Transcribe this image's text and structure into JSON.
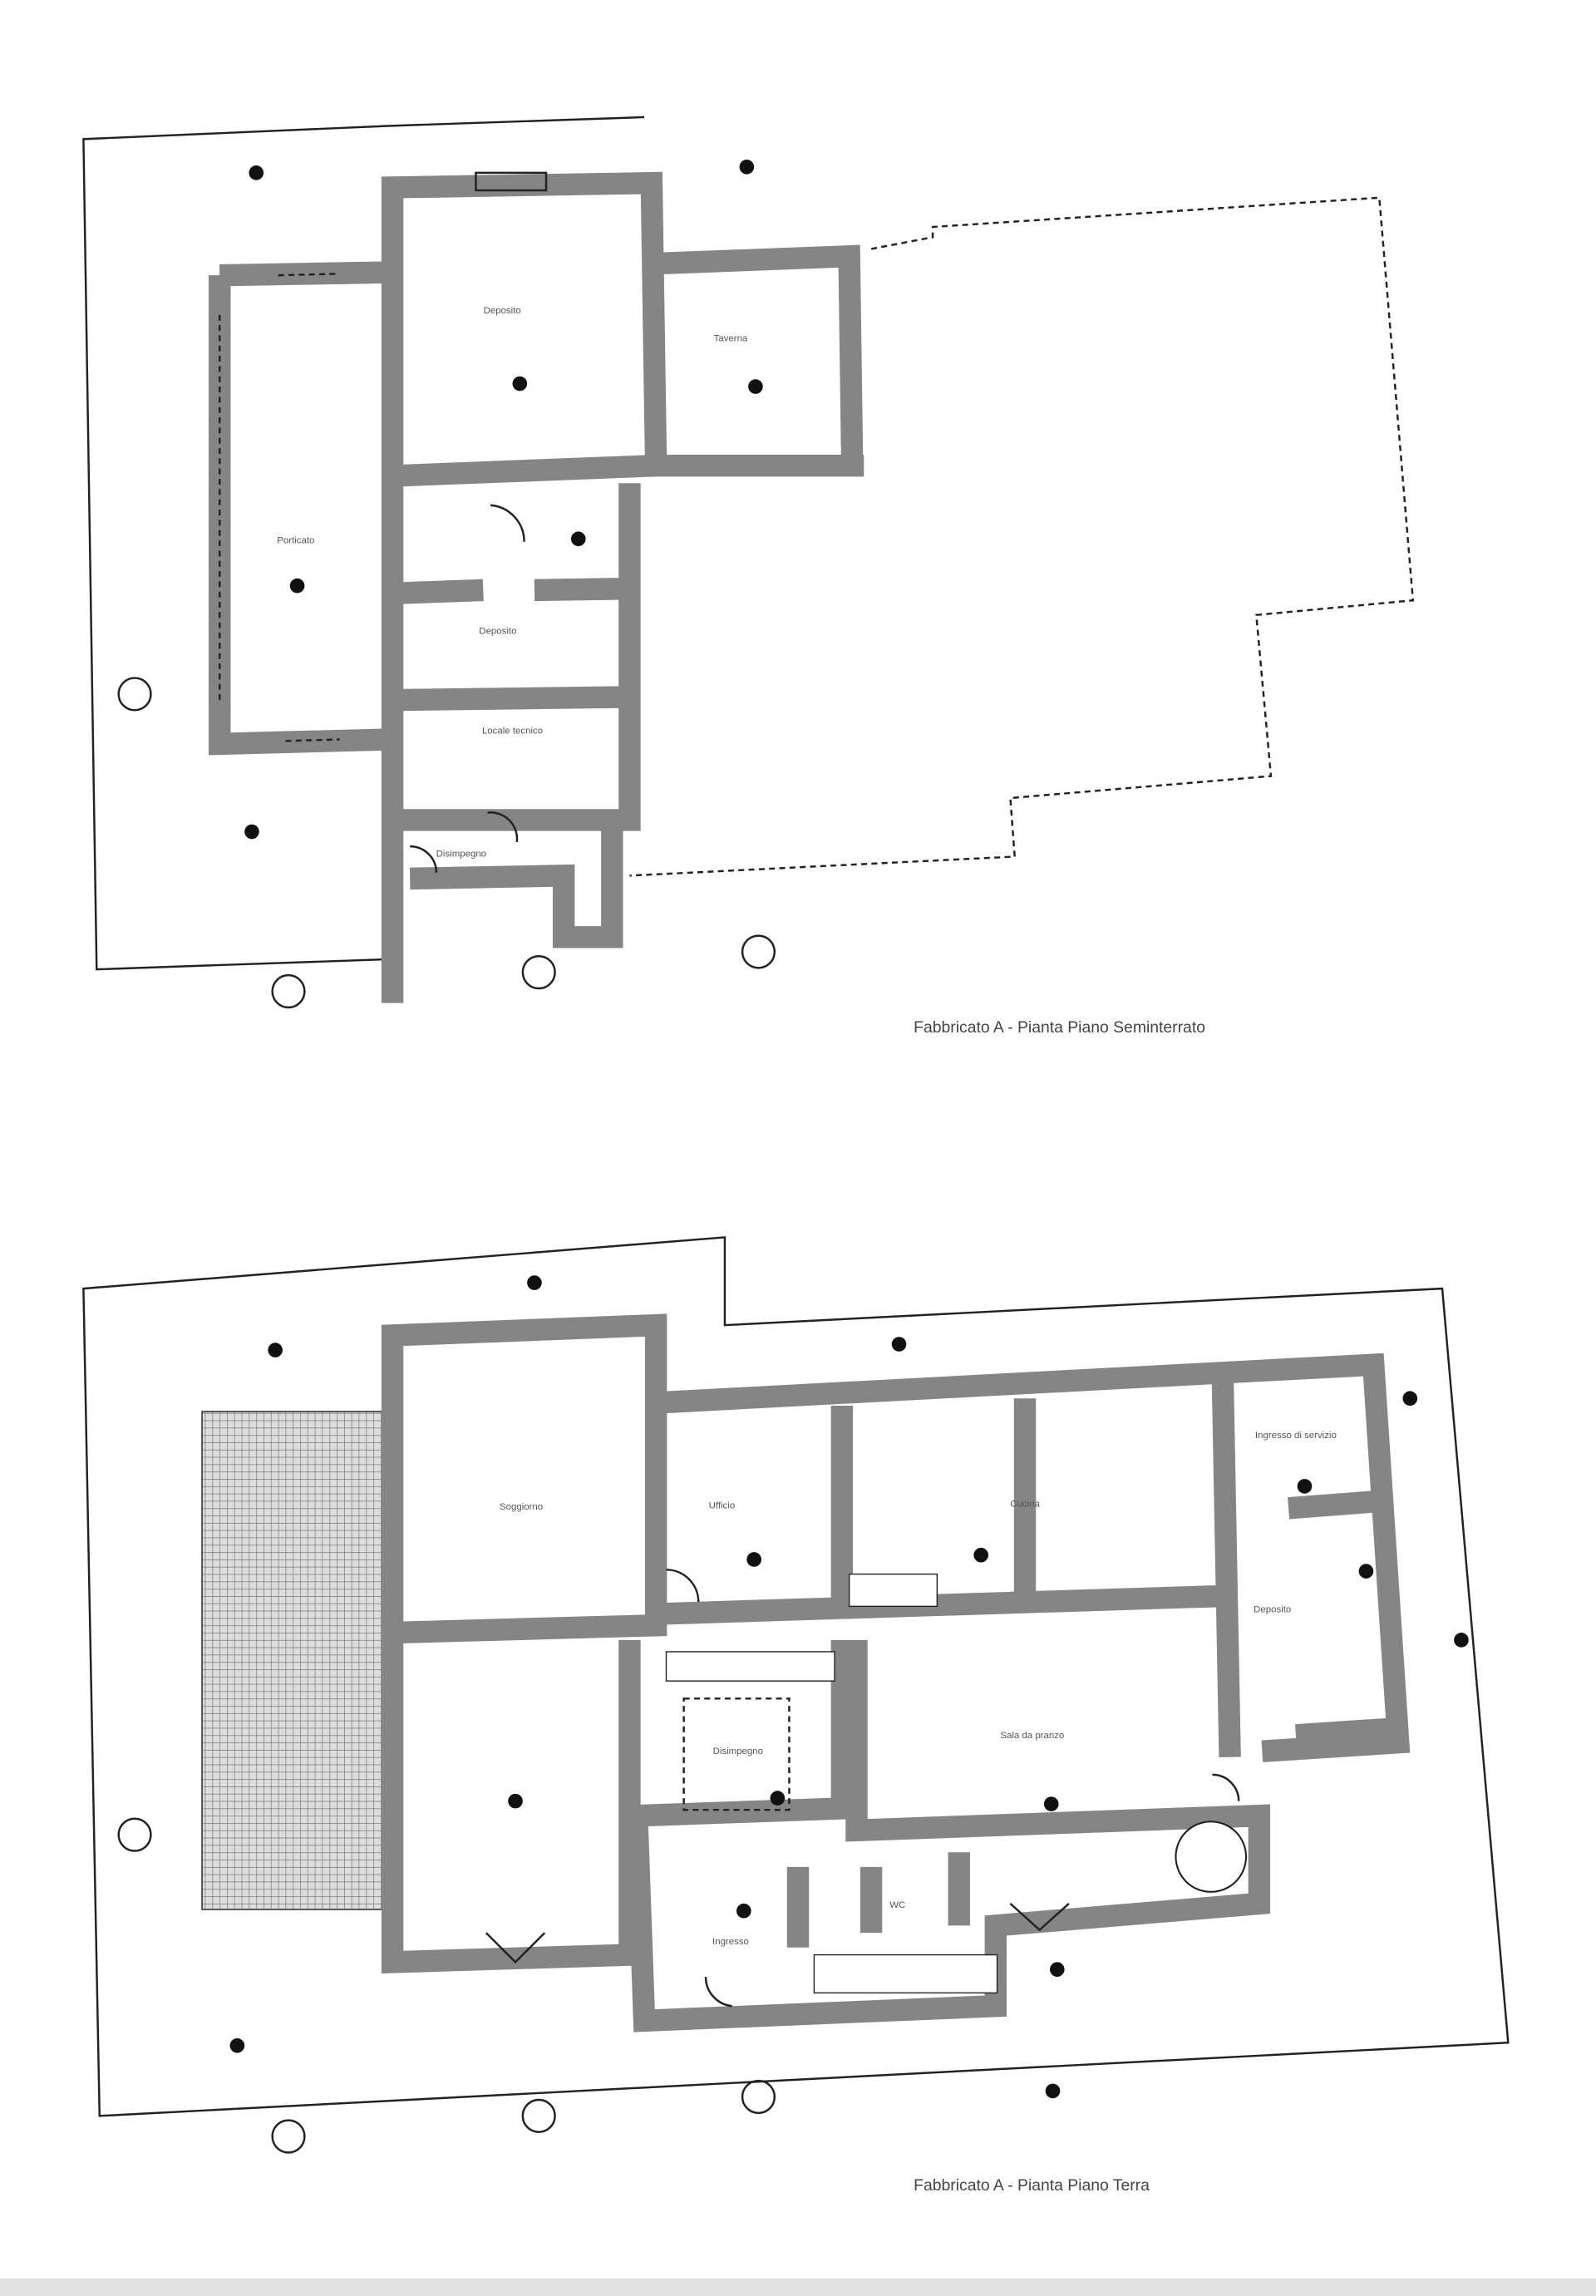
{
  "plans": [
    {
      "caption": "Fabbricato A - Pianta Piano Seminterrato",
      "rooms": [
        "Deposito",
        "Taverna",
        "Porticato",
        "Deposito",
        "Locale tecnico",
        "Disimpegno"
      ]
    },
    {
      "caption": "Fabbricato A - Pianta Piano Terra",
      "rooms": [
        "Soggiorno",
        "Ufficio",
        "Cucina",
        "Ingresso di servizio",
        "Deposito",
        "Disimpegno",
        "Sala da pranzo",
        "WC",
        "Ingresso"
      ]
    }
  ],
  "colors": {
    "wall": "#858585",
    "line": "#222222",
    "background": "#ffffff"
  }
}
